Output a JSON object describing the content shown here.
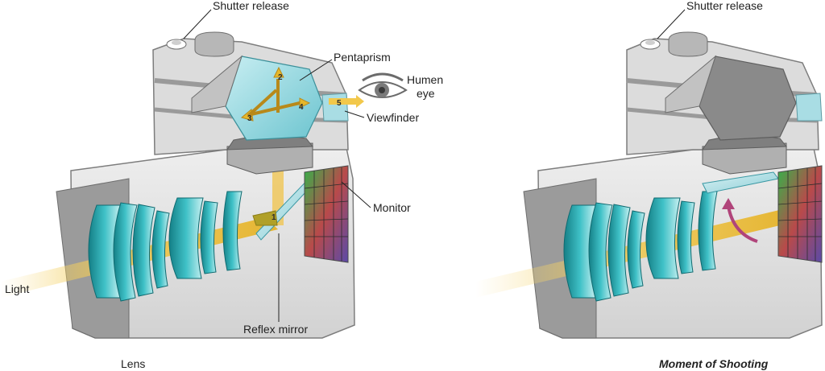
{
  "left_panel": {
    "labels": {
      "shutter_release": "Shutter release",
      "pentaprism": "Pentaprism",
      "humen_eye_line1": "Humen",
      "humen_eye_line2": "eye",
      "viewfinder": "Viewfinder",
      "monitor": "Monitor",
      "light": "Light",
      "reflex_mirror": "Reflex mirror",
      "lens": "Lens"
    },
    "light_path_steps": [
      "1",
      "2",
      "3",
      "4",
      "5"
    ]
  },
  "right_panel": {
    "labels": {
      "shutter_release": "Shutter release",
      "caption": "Moment of Shooting"
    }
  },
  "colors": {
    "body_light": "#e6e6e6",
    "body_mid": "#cfcfcf",
    "body_dark": "#8f8f8f",
    "lens_teal": "#2aa9b0",
    "prism_cyan": "#8fd3db",
    "light_beam": "#f2c84b",
    "mirror_arrow": "#b0447a"
  },
  "icons": [
    "eye-icon"
  ]
}
